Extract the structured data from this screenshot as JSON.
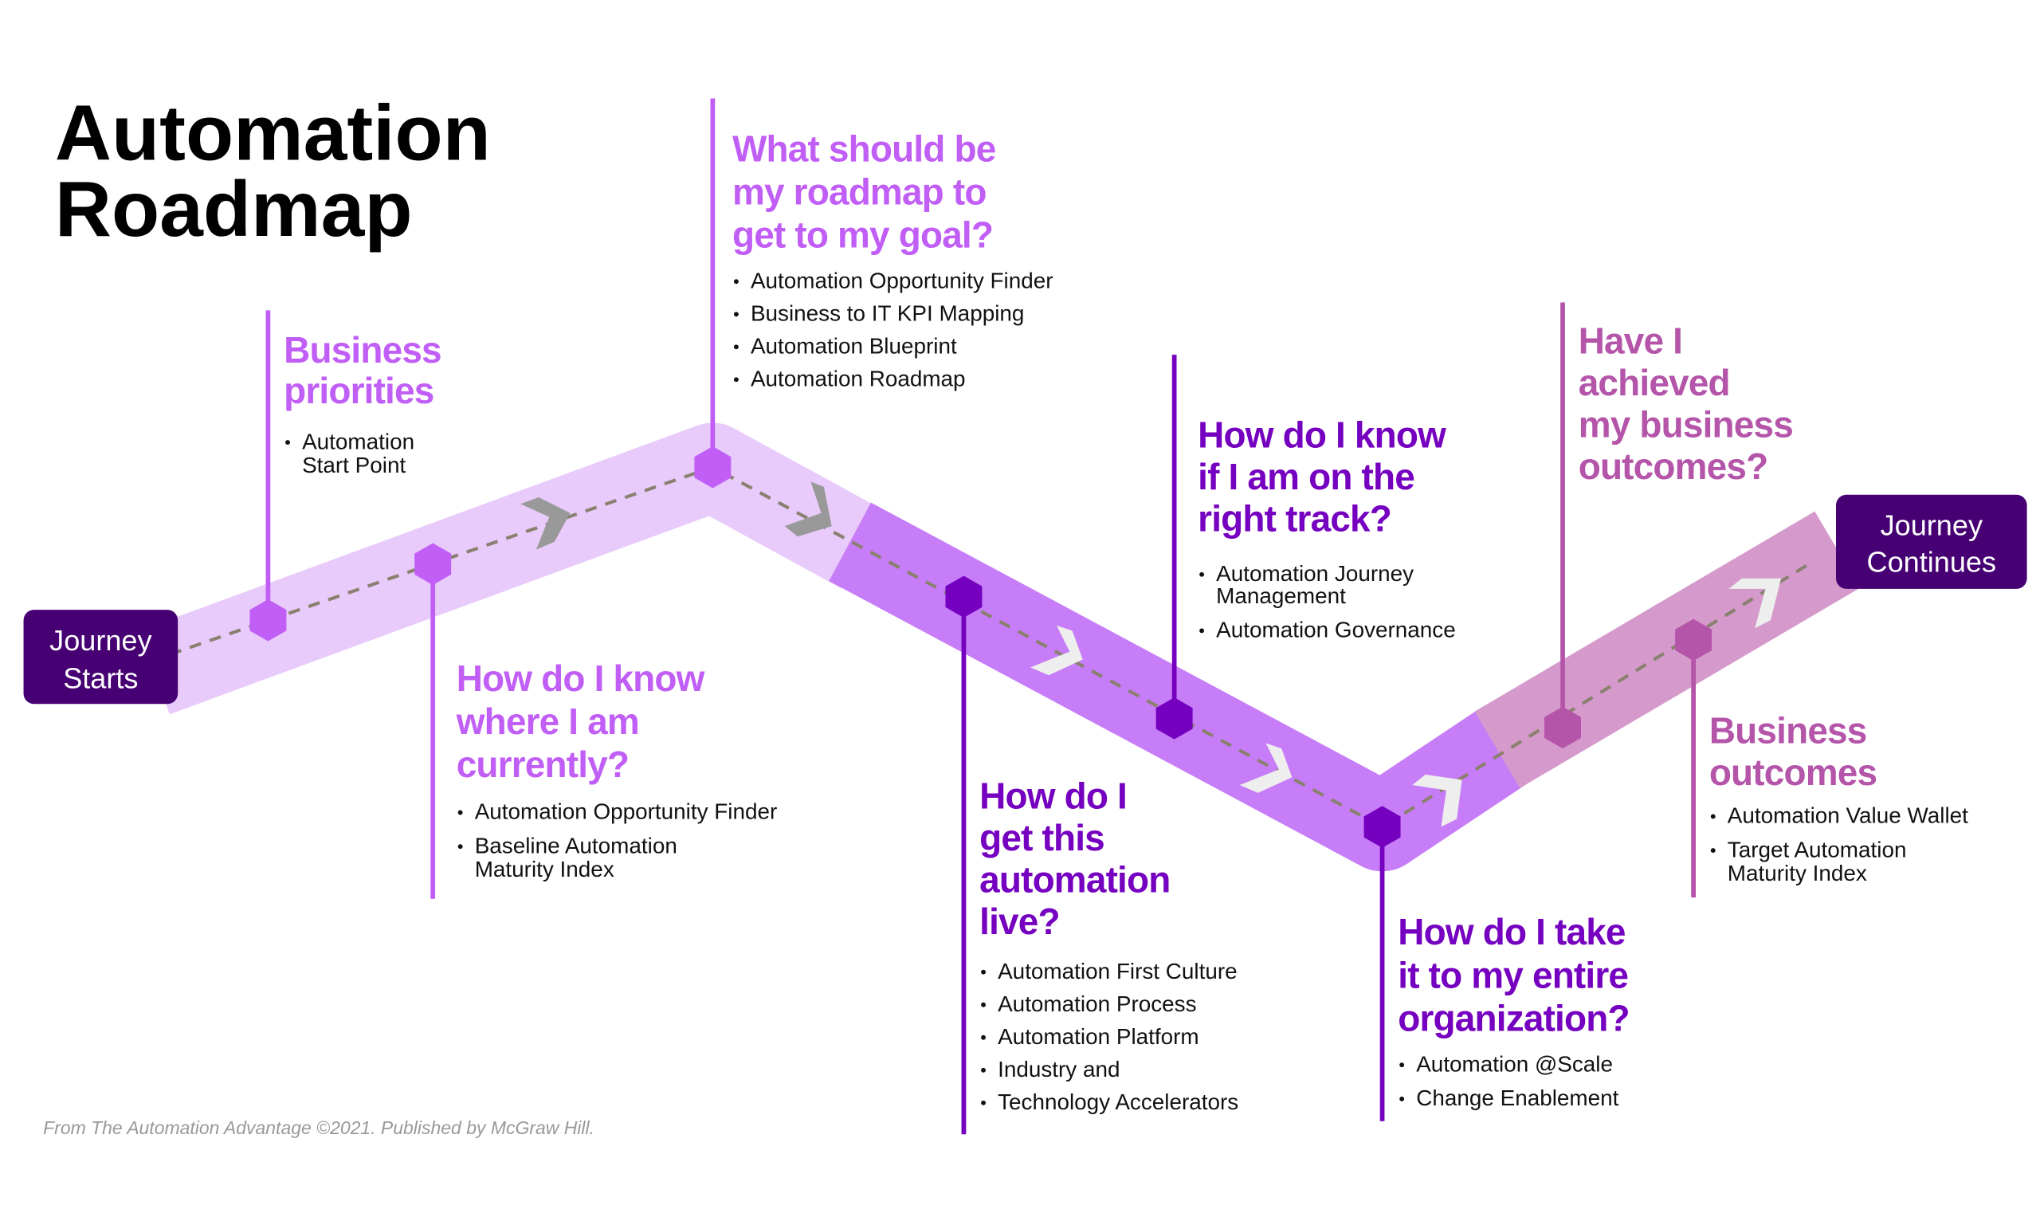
{
  "title": [
    "Automation",
    "Roadmap"
  ],
  "start_box": [
    "Journey",
    "Starts"
  ],
  "end_box": [
    "Journey",
    "Continues"
  ],
  "colors": {
    "light": "#C05EF5",
    "dark": "#7500C0",
    "pink": "#B455AA",
    "box": "#460073"
  },
  "stages": [
    {
      "heading": [
        "Business",
        "priorities"
      ],
      "items": [
        [
          "Automation",
          "Start Point"
        ]
      ]
    },
    {
      "heading": [
        "How do I know",
        "where I am",
        "currently?"
      ],
      "items": [
        [
          "Automation Opportunity Finder"
        ],
        [
          "Baseline Automation",
          "Maturity Index"
        ]
      ]
    },
    {
      "heading": [
        "What should be",
        "my roadmap to",
        "get to my goal?"
      ],
      "items": [
        [
          "Automation Opportunity Finder"
        ],
        [
          "Business to IT KPI Mapping"
        ],
        [
          "Automation Blueprint"
        ],
        [
          "Automation Roadmap"
        ]
      ]
    },
    {
      "heading": [
        "How do I",
        "get this",
        "automation",
        "live?"
      ],
      "items": [
        [
          "Automation First Culture"
        ],
        [
          "Automation Process"
        ],
        [
          "Automation Platform"
        ],
        [
          "Industry and"
        ],
        [
          "Technology Accelerators"
        ]
      ]
    },
    {
      "heading": [
        "How do I know",
        "if I am on the",
        "right track?"
      ],
      "items": [
        [
          "Automation Journey",
          "Management"
        ],
        [
          "Automation Governance"
        ]
      ]
    },
    {
      "heading": [
        "How do I take",
        "it to my entire",
        "organization?"
      ],
      "items": [
        [
          "Automation @Scale"
        ],
        [
          "Change Enablement"
        ]
      ]
    },
    {
      "heading": [
        "Have I",
        "achieved",
        "my business",
        "outcomes?"
      ],
      "items": []
    },
    {
      "heading": [
        "Business",
        "outcomes"
      ],
      "items": [
        [
          "Automation Value Wallet"
        ],
        [
          "Target Automation",
          "Maturity Index"
        ]
      ]
    }
  ],
  "footer": "From The Automation Advantage ©2021. Published by McGraw Hill."
}
